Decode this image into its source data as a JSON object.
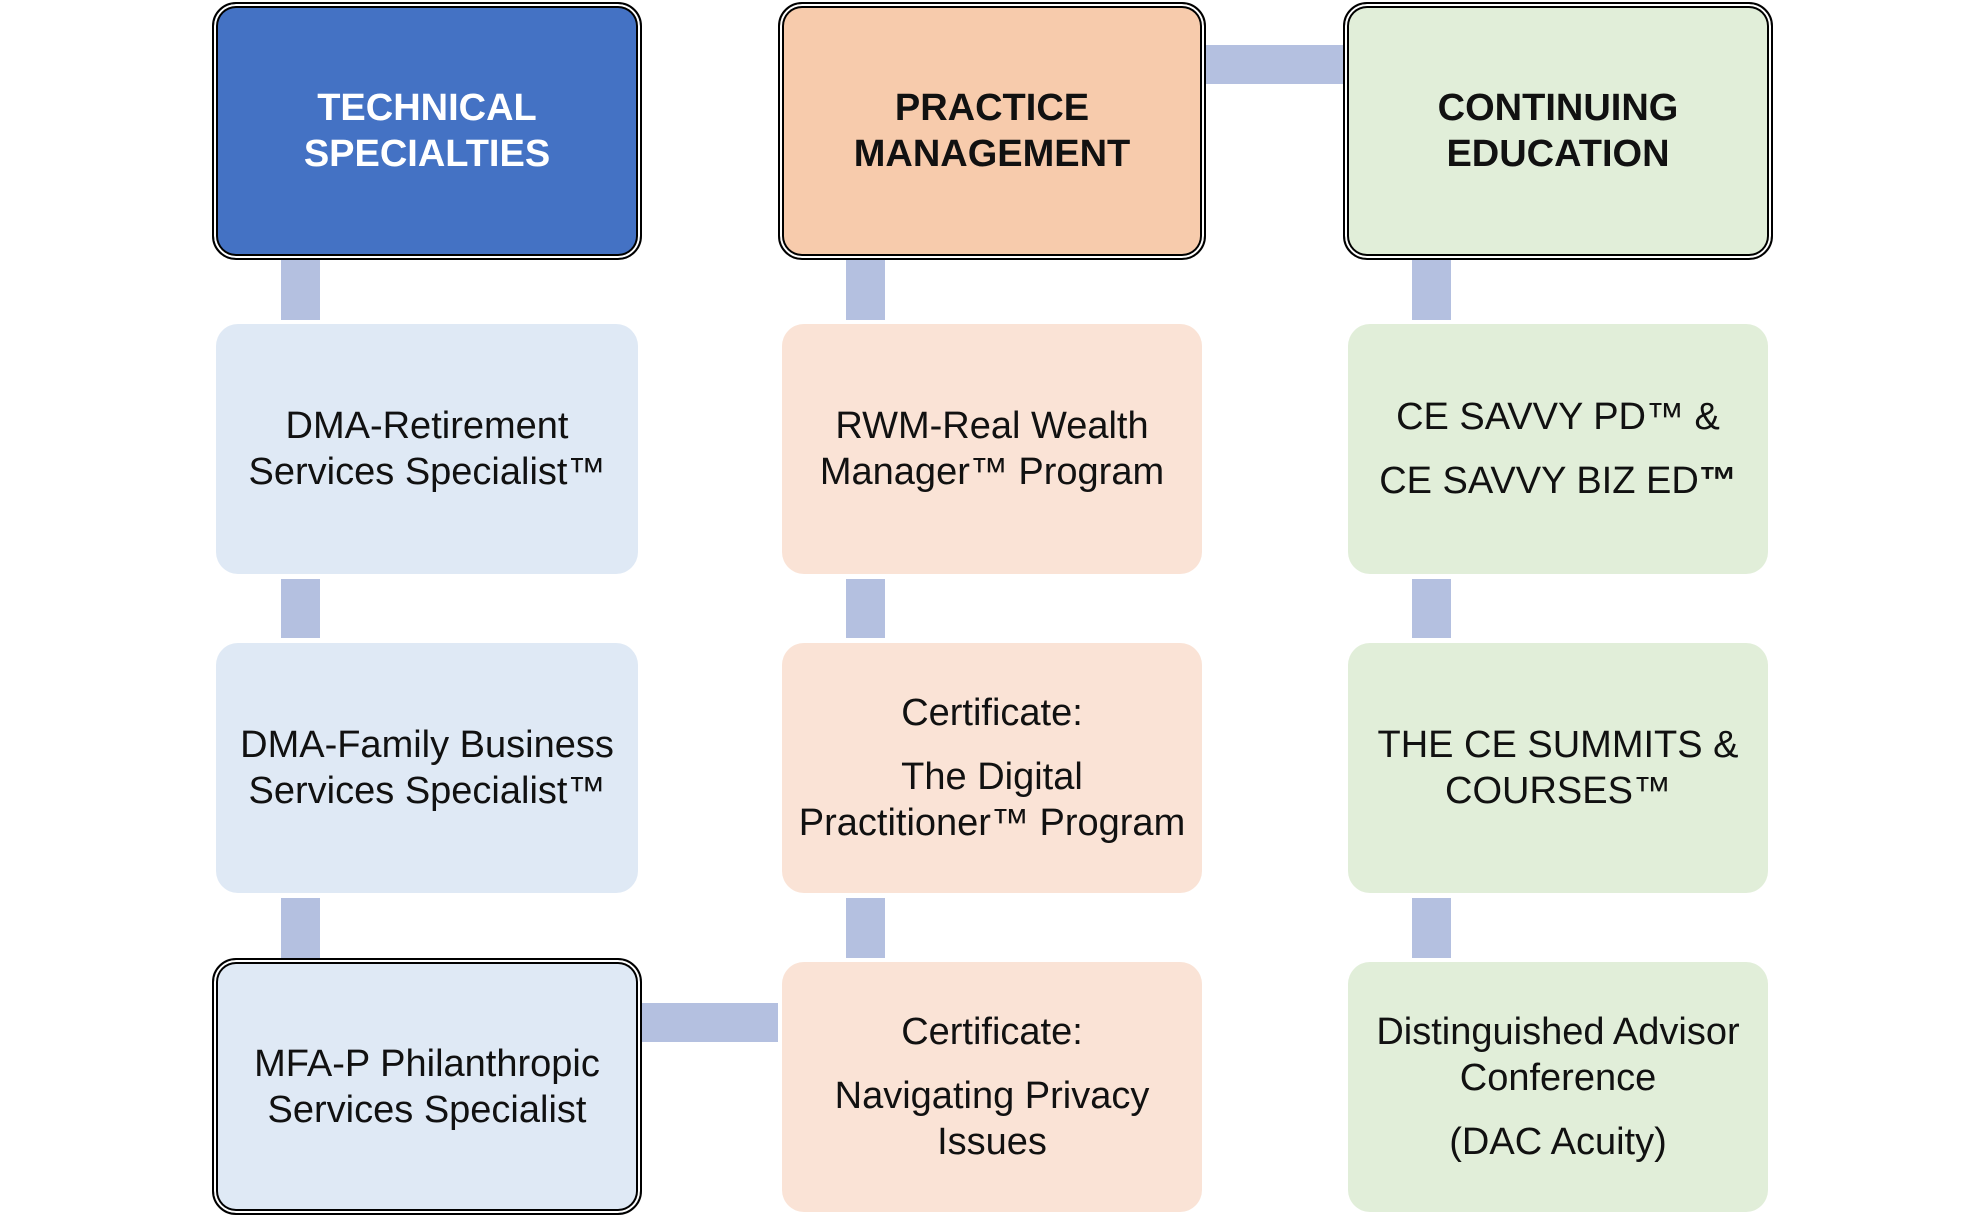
{
  "colors": {
    "technical_header": "#4472c4",
    "technical_item": "#dfe9f5",
    "practice_header": "#f7cbac",
    "practice_item": "#fae3d6",
    "continuing_header": "#e1eed9",
    "continuing_item": "#e1eed9",
    "connector": "#b4c0e0"
  },
  "columns": {
    "technical": {
      "header": [
        "TECHNICAL",
        "SPECIALTIES"
      ],
      "items": [
        [
          "DMA-Retirement",
          "Services Specialist™"
        ],
        [
          "DMA-Family Business",
          "Services Specialist™"
        ],
        [
          "MFA-P Philanthropic",
          "Services Specialist"
        ]
      ]
    },
    "practice": {
      "header": [
        "PRACTICE",
        "MANAGEMENT"
      ],
      "items": [
        [
          "RWM-Real Wealth",
          "Manager™ Program"
        ],
        [
          "Certificate:",
          "The Digital",
          "Practitioner™ Program"
        ],
        [
          "Certificate:",
          "Navigating Privacy",
          "Issues"
        ]
      ]
    },
    "continuing": {
      "header": [
        "CONTINUING",
        "EDUCATION"
      ],
      "items": [
        [
          "CE SAVVY PD™ &",
          "CE SAVVY BIZ ED",
          "™"
        ],
        [
          "THE CE SUMMITS &",
          "COURSES™"
        ],
        [
          "Distinguished Advisor",
          "Conference",
          "(DAC Acuity)"
        ]
      ]
    }
  }
}
